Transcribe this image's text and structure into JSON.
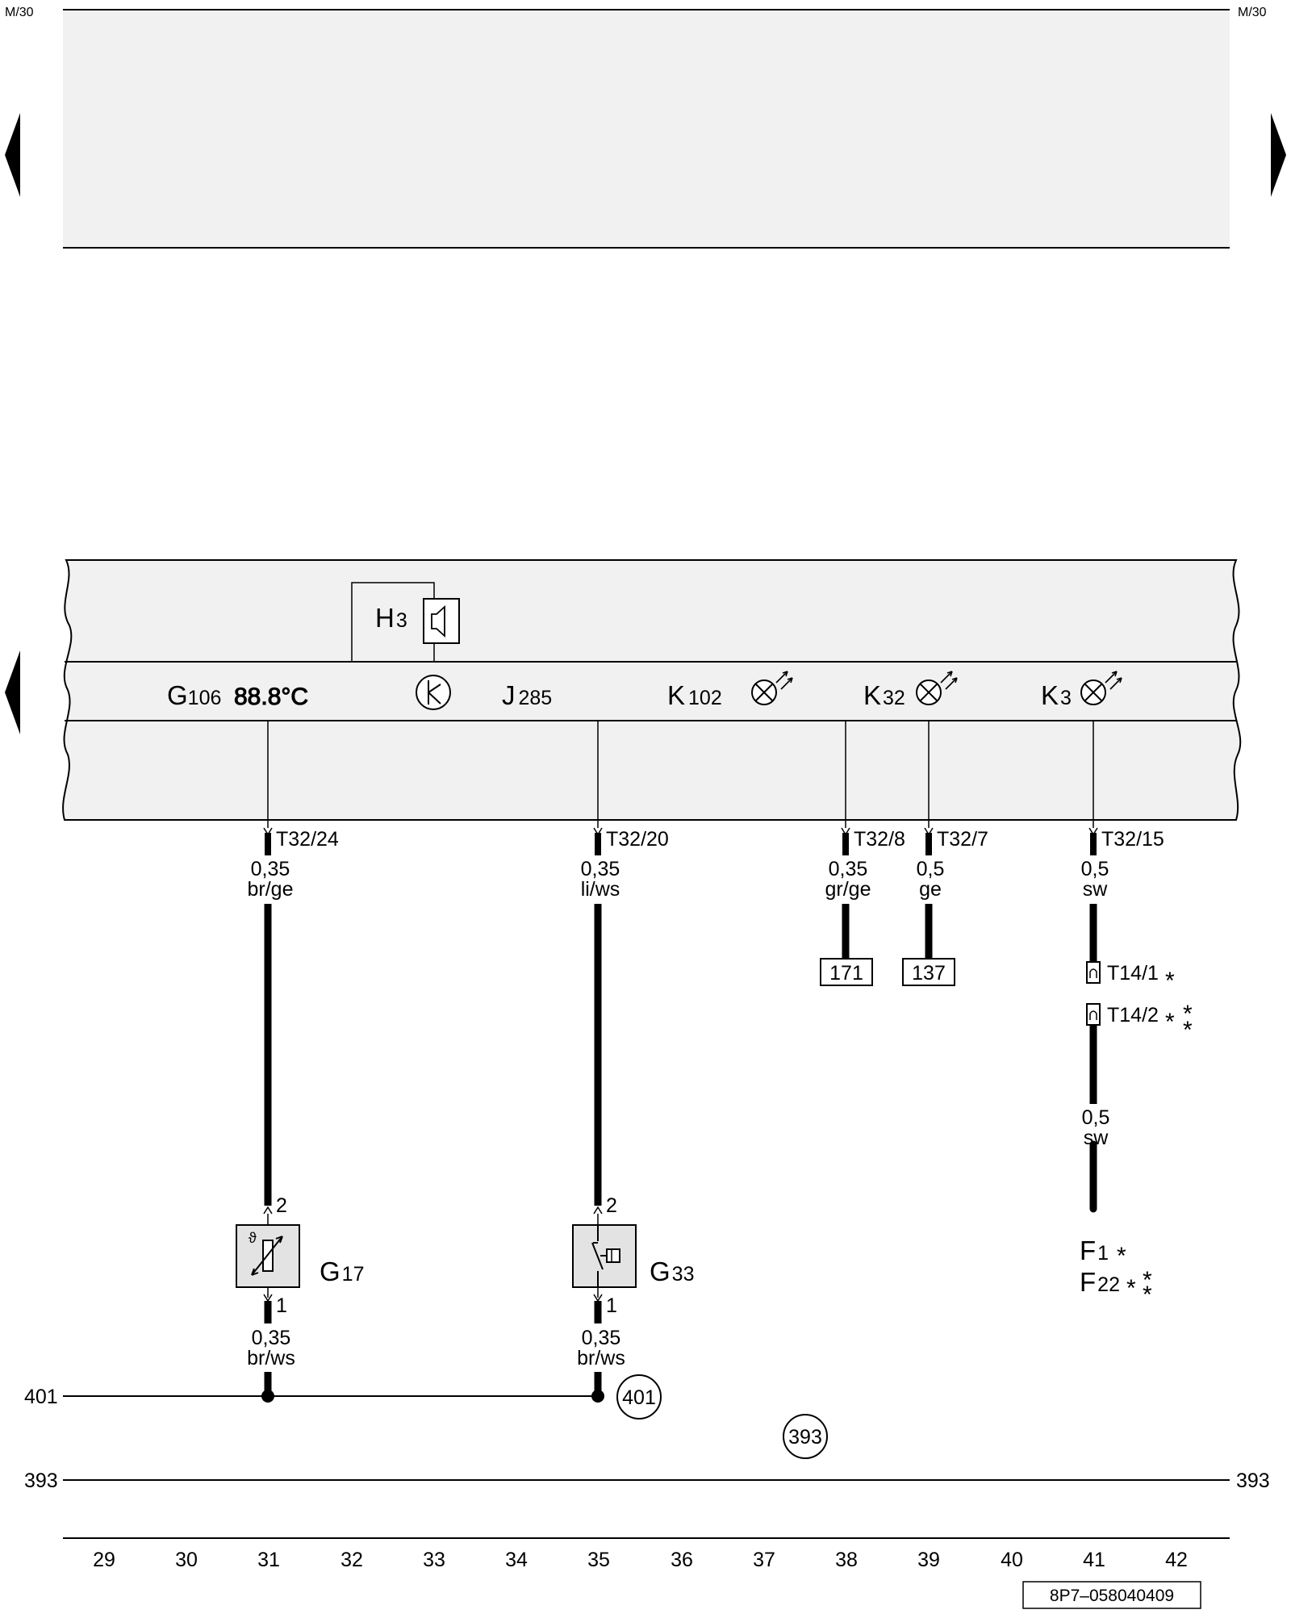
{
  "header": {
    "ref_left": "M/30",
    "ref_right": "M/30"
  },
  "cluster": {
    "components": [
      {
        "id": "h3",
        "letter": "H",
        "sub": "3"
      },
      {
        "id": "g106",
        "letter": "G",
        "sub": "106",
        "display": "88.8°C"
      },
      {
        "id": "j285",
        "letter": "J",
        "sub": "285"
      },
      {
        "id": "k102",
        "letter": "K",
        "sub": "102"
      },
      {
        "id": "k32",
        "letter": "K",
        "sub": "32"
      },
      {
        "id": "k3",
        "letter": "K",
        "sub": "3"
      }
    ]
  },
  "connectors": [
    {
      "pin": "T32/24",
      "size": "0,35",
      "color": "br/ge"
    },
    {
      "pin": "T32/20",
      "size": "0,35",
      "color": "li/ws"
    },
    {
      "pin": "T32/8",
      "size": "0,35",
      "color": "gr/ge"
    },
    {
      "pin": "T32/7",
      "size": "0,5",
      "color": "ge"
    },
    {
      "pin": "T32/15",
      "size": "0,5",
      "color": "sw"
    }
  ],
  "refs": {
    "r171": "171",
    "r137": "137"
  },
  "t14": {
    "t14_1": "T14/1",
    "t14_2": "T14/2",
    "size": "0,5",
    "color": "sw"
  },
  "fuses": {
    "f1_letter": "F",
    "f1_sub": "1",
    "f22_letter": "F",
    "f22_sub": "22"
  },
  "sensors": [
    {
      "letter": "G",
      "sub": "17",
      "pin_top": "2",
      "pin_bottom": "1",
      "size": "0,35",
      "color": "br/ws"
    },
    {
      "letter": "G",
      "sub": "33",
      "pin_top": "2",
      "pin_bottom": "1",
      "size": "0,35",
      "color": "br/ws"
    }
  ],
  "grounds": {
    "g401_left": "401",
    "g401_circle": "401",
    "g393_left": "393",
    "g393_right": "393",
    "g393_circle": "393"
  },
  "columns": [
    "29",
    "30",
    "31",
    "32",
    "33",
    "34",
    "35",
    "36",
    "37",
    "38",
    "39",
    "40",
    "41",
    "42"
  ],
  "diagram_id": "8P7–058040409",
  "colors": {
    "panel_fill": "#f1f1f1",
    "line": "#000000",
    "background": "#ffffff"
  }
}
